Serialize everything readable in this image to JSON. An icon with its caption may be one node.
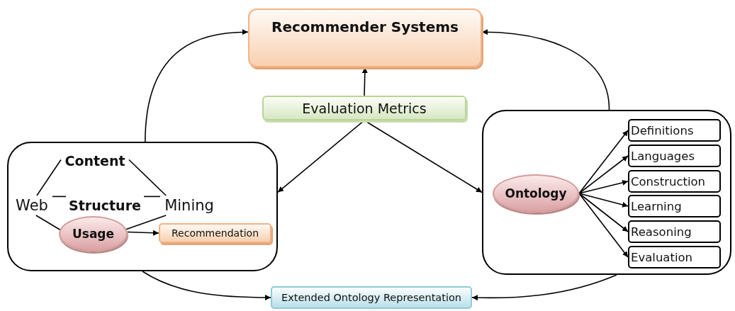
{
  "diagram": {
    "nodes": [
      {
        "text": [
          "Recommender Systems"
        ]
      },
      {
        "text": [
          "Evaluation Metrics"
        ]
      },
      {
        "text": [],
        "shape": "box"
      },
      {
        "text": [
          "Content"
        ],
        "in": 2
      },
      {
        "text": [
          "Web"
        ],
        "in": 2
      },
      {
        "text": [
          "Structure"
        ],
        "in": 2
      },
      {
        "text": [
          "Mining"
        ],
        "in": 2
      },
      {
        "text": [
          "Usage"
        ],
        "in": 2
      },
      {
        "text": [
          "Recommendation"
        ],
        "in": 2
      },
      {
        "text": [],
        "shape": "box"
      },
      {
        "text": [
          "Ontology"
        ],
        "in": 9
      },
      {
        "text": [
          "Definitions"
        ],
        "in": 9
      },
      {
        "text": [
          "Languages"
        ],
        "in": 9
      },
      {
        "text": [
          "Construction"
        ],
        "in": 9
      },
      {
        "text": [
          "Learning"
        ],
        "in": 9
      },
      {
        "text": [
          "Reasoning"
        ],
        "in": 9
      },
      {
        "text": [
          "Evaluation"
        ],
        "in": 9
      },
      {
        "text": [
          "Extended Ontology Representation"
        ]
      }
    ],
    "edges": [
      {
        "from": 2,
        "to": 0,
        "arrow": "to"
      },
      {
        "from": 9,
        "to": 0,
        "arrow": "to"
      },
      {
        "from": 1,
        "to": 0,
        "arrow": "to"
      },
      {
        "from": 1,
        "to": 2,
        "arrow": "to"
      },
      {
        "from": 1,
        "to": 9,
        "arrow": "to"
      },
      {
        "from": 4,
        "to": 3,
        "arrow": "none"
      },
      {
        "from": 3,
        "to": 6,
        "arrow": "none"
      },
      {
        "from": 4,
        "to": 5,
        "arrow": "none"
      },
      {
        "from": 5,
        "to": 6,
        "arrow": "none"
      },
      {
        "from": 4,
        "to": 7,
        "arrow": "none"
      },
      {
        "from": 7,
        "to": 6,
        "arrow": "none"
      },
      {
        "from": 7,
        "to": 8,
        "arrow": "to"
      },
      {
        "from": 10,
        "to": 11,
        "arrow": "to"
      },
      {
        "from": 10,
        "to": 12,
        "arrow": "to"
      },
      {
        "from": 10,
        "to": 13,
        "arrow": "to"
      },
      {
        "from": 10,
        "to": 14,
        "arrow": "to"
      },
      {
        "from": 10,
        "to": 15,
        "arrow": "to"
      },
      {
        "from": 10,
        "to": 16,
        "arrow": "to"
      },
      {
        "from": 2,
        "to": 17,
        "arrow": "to"
      },
      {
        "from": 9,
        "to": 17,
        "arrow": "to"
      }
    ]
  }
}
